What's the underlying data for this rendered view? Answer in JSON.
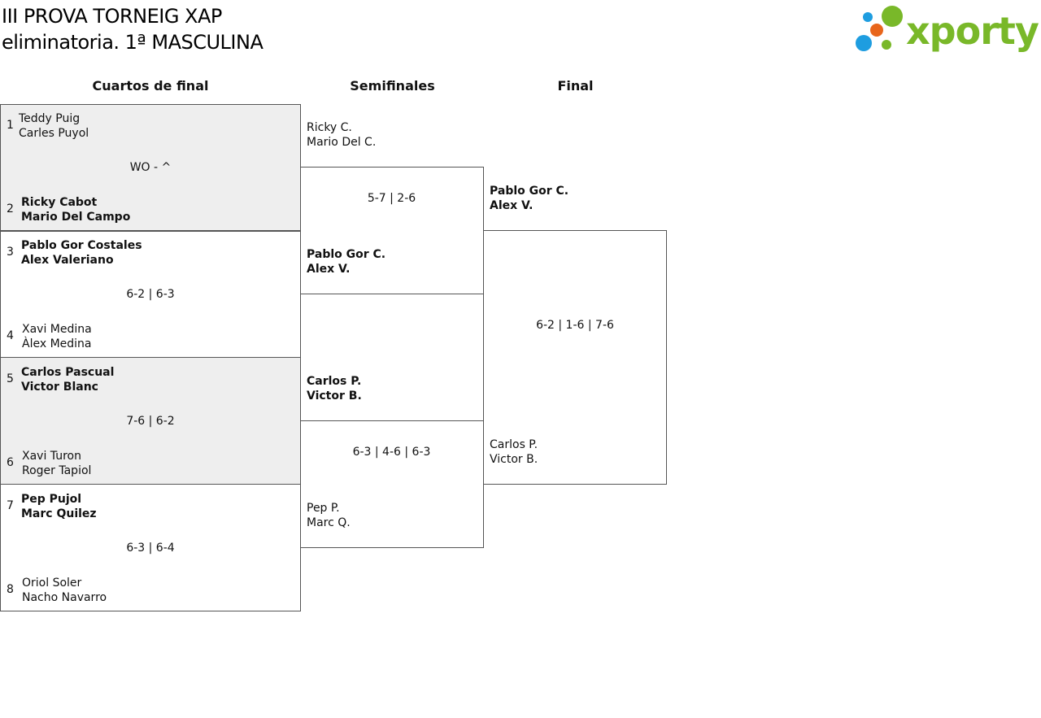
{
  "title": {
    "line1": "III PROVA TORNEIG XAP",
    "line2": "eliminatoria. 1ª MASCULINA"
  },
  "logo": {
    "text": "xporty",
    "colors": {
      "blue": "#1e9de0",
      "orange": "#e8661c",
      "green": "#79b829"
    }
  },
  "rounds": {
    "quarterfinals": "Cuartos de final",
    "semifinals": "Semifinales",
    "final": "Final"
  },
  "quarterfinals": [
    {
      "top_seed": "1",
      "top_p1": "Teddy Puig",
      "top_p2": "Carles Puyol",
      "score": "WO - ^",
      "bottom_seed": "2",
      "bottom_p1": "Ricky Cabot",
      "bottom_p2": "Mario Del Campo",
      "winner": "bottom"
    },
    {
      "top_seed": "3",
      "top_p1": "Pablo Gor Costales",
      "top_p2": "Alex Valeriano",
      "score": "6-2 | 6-3",
      "bottom_seed": "4",
      "bottom_p1": "Xavi Medina",
      "bottom_p2": "Àlex Medina",
      "winner": "top"
    },
    {
      "top_seed": "5",
      "top_p1": "Carlos Pascual",
      "top_p2": "Victor Blanc",
      "score": "7-6 | 6-2",
      "bottom_seed": "6",
      "bottom_p1": "Xavi Turon",
      "bottom_p2": "Roger Tapiol",
      "winner": "top"
    },
    {
      "top_seed": "7",
      "top_p1": "Pep Pujol",
      "top_p2": "Marc Quilez",
      "score": "6-3 | 6-4",
      "bottom_seed": "8",
      "bottom_p1": "Oriol Soler",
      "bottom_p2": "Nacho Navarro",
      "winner": "top"
    }
  ],
  "semifinals": [
    {
      "top_p1": "Ricky C.",
      "top_p2": "Mario Del C.",
      "score": "5-7 | 2-6",
      "bottom_p1": "Pablo Gor C.",
      "bottom_p2": "Alex V.",
      "winner": "bottom"
    },
    {
      "top_p1": "Carlos P.",
      "top_p2": "Victor B.",
      "score": "6-3 | 4-6 | 6-3",
      "bottom_p1": "Pep P.",
      "bottom_p2": "Marc Q.",
      "winner": "top"
    }
  ],
  "final": {
    "top_p1": "Pablo Gor C.",
    "top_p2": "Alex V.",
    "score": "6-2 | 1-6 | 7-6",
    "bottom_p1": "Carlos P.",
    "bottom_p2": "Victor B.",
    "winner": "top"
  }
}
